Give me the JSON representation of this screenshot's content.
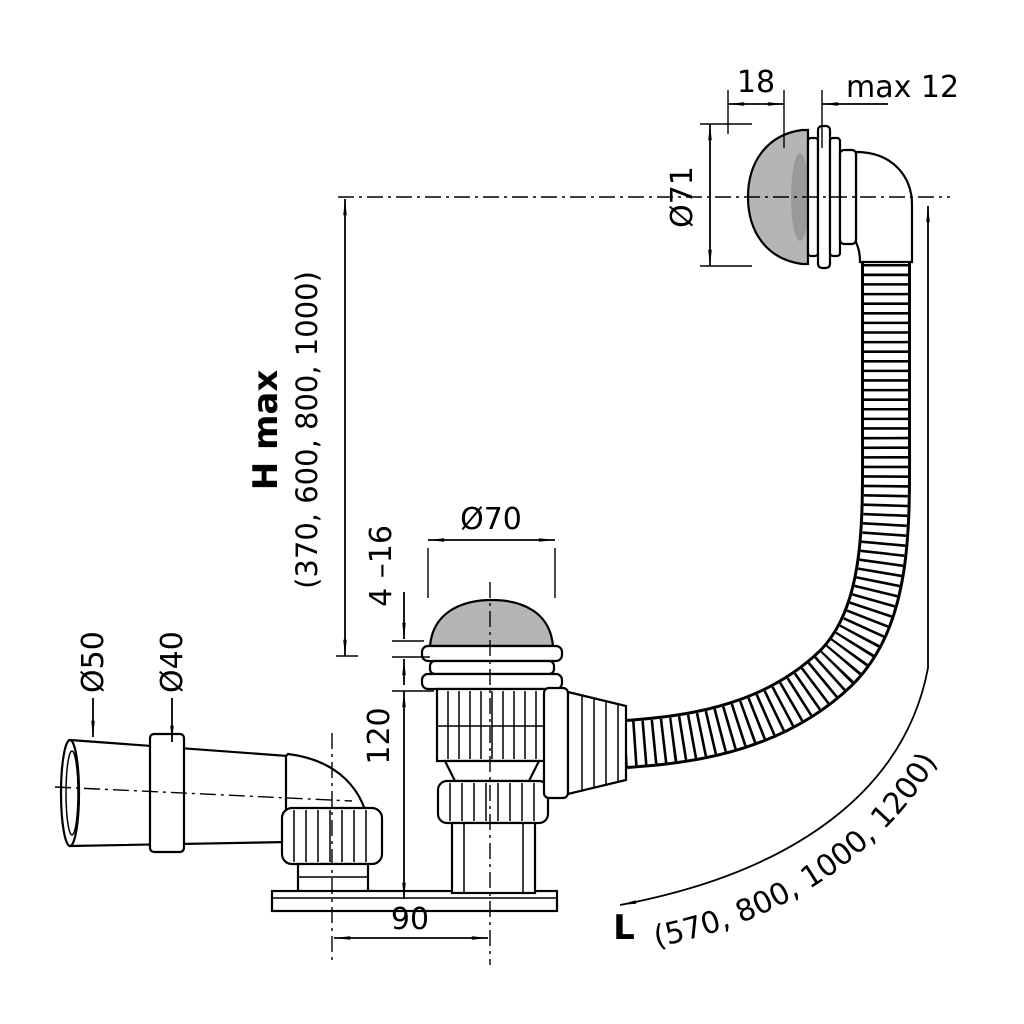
{
  "page": {
    "background": "#ffffff",
    "line_color": "#000000",
    "metal_gray": "#b5b5b5"
  },
  "drawing": {
    "type": "technical-dimension-drawing",
    "subject": "bathtub waste and overflow drain set with flexible corrugated hose",
    "labels": {
      "dim_18": "18",
      "dim_max12": "max 12",
      "dim_d71": "Ø71",
      "h_max_label": "H max",
      "h_max_values": "(370, 600, 800, 1000)",
      "dim_d70": "Ø70",
      "dim_4_16": "4 –16",
      "dim_d50": "Ø50",
      "dim_d40": "Ø40",
      "dim_120": "120",
      "dim_90": "90",
      "length_label": "L",
      "length_values": "(570, 800, 1000, 1200)"
    }
  }
}
